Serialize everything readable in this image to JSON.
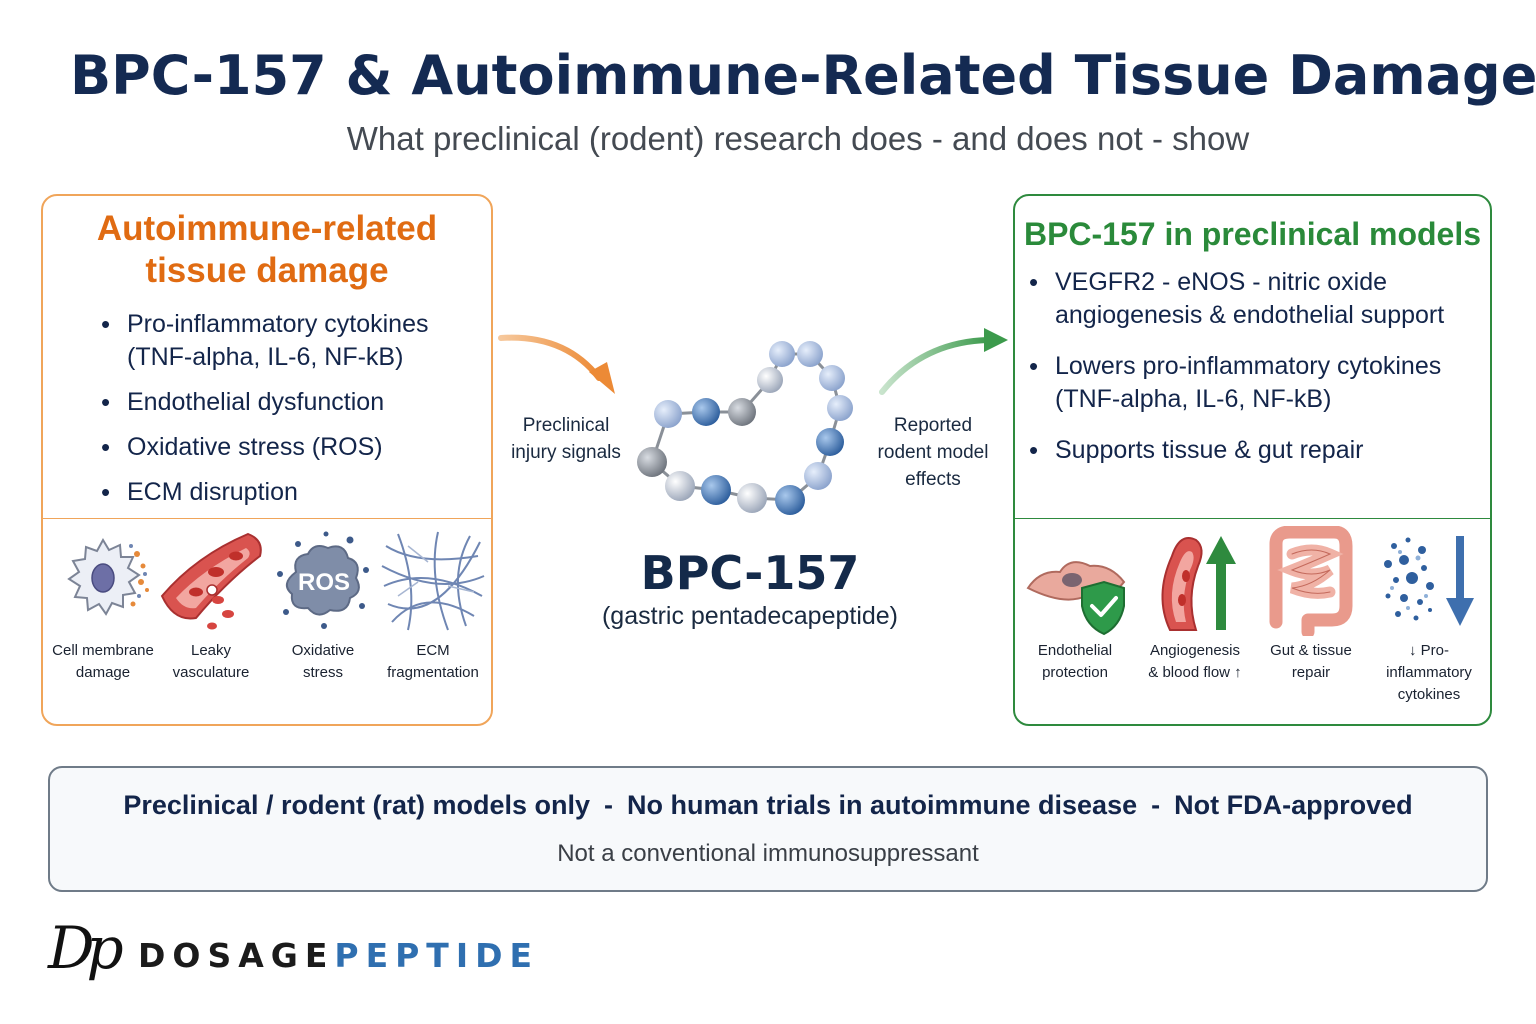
{
  "header": {
    "title": "BPC-157 & Autoimmune-Related Tissue Damage",
    "subtitle": "What preclinical (rodent) research does - and does not - show"
  },
  "left_panel": {
    "heading_line1": "Autoimmune-related",
    "heading_line2": "tissue damage",
    "bullets": [
      {
        "line1": "Pro-inflammatory cytokines",
        "line2": "(TNF-alpha, IL-6, NF-kB)"
      },
      {
        "line1": "Endothelial dysfunction",
        "line2": ""
      },
      {
        "line1": "Oxidative stress (ROS)",
        "line2": ""
      },
      {
        "line1": "ECM disruption",
        "line2": ""
      }
    ],
    "icons": [
      {
        "icon": "cell-membrane-icon",
        "line1": "Cell membrane",
        "line2": "damage"
      },
      {
        "icon": "leaky-vessel-icon",
        "line1": "Leaky",
        "line2": "vasculature"
      },
      {
        "icon": "ros-cloud-icon",
        "line1": "Oxidative",
        "line2": "stress",
        "badge": "ROS"
      },
      {
        "icon": "ecm-fibers-icon",
        "line1": "ECM",
        "line2": "fragmentation"
      }
    ],
    "color": "#e06b12"
  },
  "center": {
    "left_label_line1": "Preclinical",
    "left_label_line2": "injury signals",
    "right_label_line1": "Reported",
    "right_label_line2": "rodent model",
    "right_label_line3": "effects",
    "name": "BPC-157",
    "description": "(gastric pentadecapeptide)"
  },
  "right_panel": {
    "heading": "BPC-157 in preclinical models",
    "bullets": [
      {
        "line1": "VEGFR2 - eNOS - nitric oxide",
        "line2": "angiogenesis & endothelial support"
      },
      {
        "line1": "Lowers pro-inflammatory cytokines",
        "line2": "(TNF-alpha, IL-6, NF-kB)"
      },
      {
        "line1": "Supports tissue & gut repair",
        "line2": ""
      }
    ],
    "icons": [
      {
        "icon": "endothelial-shield-icon",
        "line1": "Endothelial",
        "line2": "protection"
      },
      {
        "icon": "blood-vessel-up-icon",
        "line1": "Angiogenesis",
        "line2": "& blood flow ↑"
      },
      {
        "icon": "intestine-icon",
        "line1": "Gut & tissue",
        "line2": "repair"
      },
      {
        "icon": "cytokines-down-icon",
        "line1": "↓ Pro-inflammatory",
        "line2": "cytokines"
      }
    ],
    "color": "#2a8a3a"
  },
  "disclaimer": {
    "part1": "Preclinical / rodent (rat) models only",
    "part2": "No human trials in autoimmune disease",
    "part3": "Not FDA-approved",
    "separator": "-",
    "sub": "Not a conventional immunosuppressant"
  },
  "brand": {
    "mark": "Dp",
    "word1": "DOSAGE",
    "word2": "PEPTIDE",
    "color1": "#1b1b1b",
    "color2": "#2f6fb0"
  }
}
